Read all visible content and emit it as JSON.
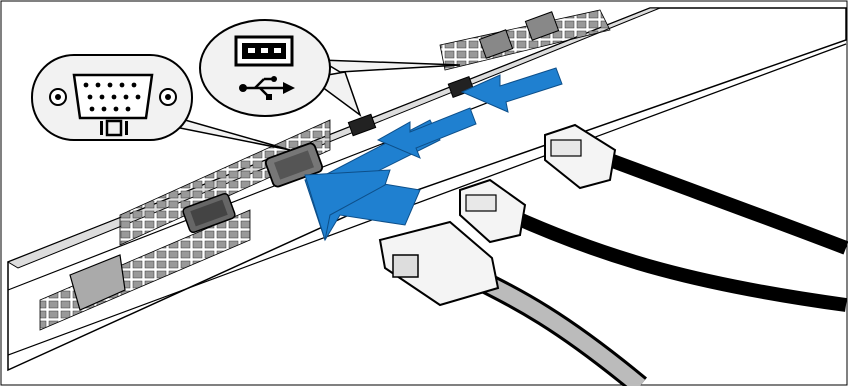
{
  "figure": {
    "subject": "server-rear-panel-cable-connection",
    "callouts": [
      {
        "id": "vga",
        "icon": "vga-port-icon",
        "symbol": "|O|"
      },
      {
        "id": "usb",
        "icon": "usb-port-icon",
        "symbol": "usb-trident"
      }
    ],
    "arrows": [
      {
        "id": "monitor-arrow",
        "color": "#1f80d0",
        "target": "vga"
      },
      {
        "id": "keyboard-arrow",
        "color": "#1f80d0",
        "target": "usb-front"
      },
      {
        "id": "mouse-arrow",
        "color": "#1f80d0",
        "target": "usb-rear"
      }
    ],
    "cables": [
      {
        "id": "vga-cable",
        "type": "monitor"
      },
      {
        "id": "usb-cable-1",
        "type": "usb"
      },
      {
        "id": "usb-cable-2",
        "type": "usb"
      }
    ],
    "colors": {
      "arrow": "#1f80d0",
      "line": "#000000",
      "panel": "#ffffff",
      "bubble": "#f2f2f2",
      "port_fill": "#808080"
    }
  }
}
